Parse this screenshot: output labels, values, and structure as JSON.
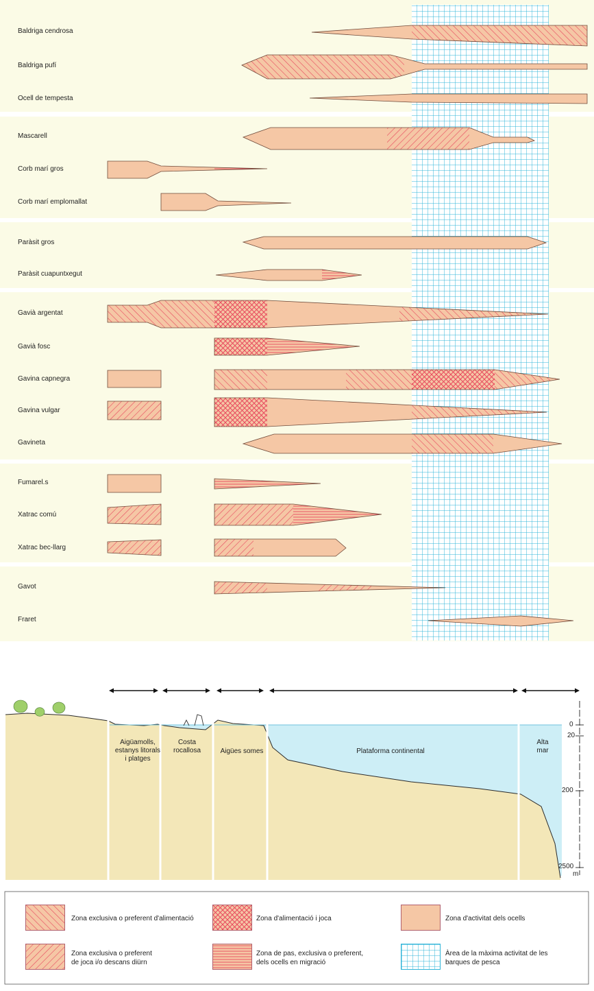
{
  "species": [
    {
      "name": "Baldriga cendrosa"
    },
    {
      "name": "Baldriga pufí"
    },
    {
      "name": "Ocell de tempesta"
    },
    {
      "name": "Mascarell"
    },
    {
      "name": "Corb marí gros"
    },
    {
      "name": "Corb marí emplomallat"
    },
    {
      "name": "Paràsit gros"
    },
    {
      "name": "Paràsit cuapuntxegut"
    },
    {
      "name": "Gavià argentat"
    },
    {
      "name": "Gavià fosc"
    },
    {
      "name": "Gavina capnegra"
    },
    {
      "name": "Gavina vulgar"
    },
    {
      "name": "Gavineta"
    },
    {
      "name": "Fumarel.s"
    },
    {
      "name": "Xatrac comú"
    },
    {
      "name": "Xatrac bec-llarg"
    },
    {
      "name": "Gavot"
    },
    {
      "name": "Fraret"
    }
  ],
  "zones": {
    "aiguamolls": "Aigüamolls, estanys litorals i platges",
    "aiguamolls_lines": [
      "Aigüamolls,",
      "estanys litorals",
      "i platges"
    ],
    "costa_lines": [
      "Costa",
      "rocallosa"
    ],
    "aigues_somes": "Aigües somes",
    "plataforma": "Plataforma continental",
    "alta_mar_lines": [
      "Alta",
      "mar"
    ]
  },
  "depth_axis": {
    "ticks": [
      "0",
      "20",
      "200",
      "2500"
    ],
    "unit": "m"
  },
  "legend": {
    "feeding": "Zona exclusiva o preferent d'alimentació",
    "feeding_rest": "Zona d'alimentació i joca",
    "activity": "Zona d'activitat dels ocells",
    "rest_lines": [
      "Zona exclusiva o preferent",
      "de joca i/o descans diürn"
    ],
    "migration_lines": [
      "Zona de pas, exclusiva o preferent,",
      "dels ocells en migració"
    ],
    "fishing_lines": [
      "Àrea de la màxima activitat de les",
      "barques de pesca"
    ]
  },
  "colors": {
    "activity_fill": "#f5c7a5",
    "hatch": "#e8485e",
    "grid": "#2fb4d8",
    "water": "#cdeef6",
    "land": "#f3e7b8",
    "background": "#fbfbe6"
  }
}
